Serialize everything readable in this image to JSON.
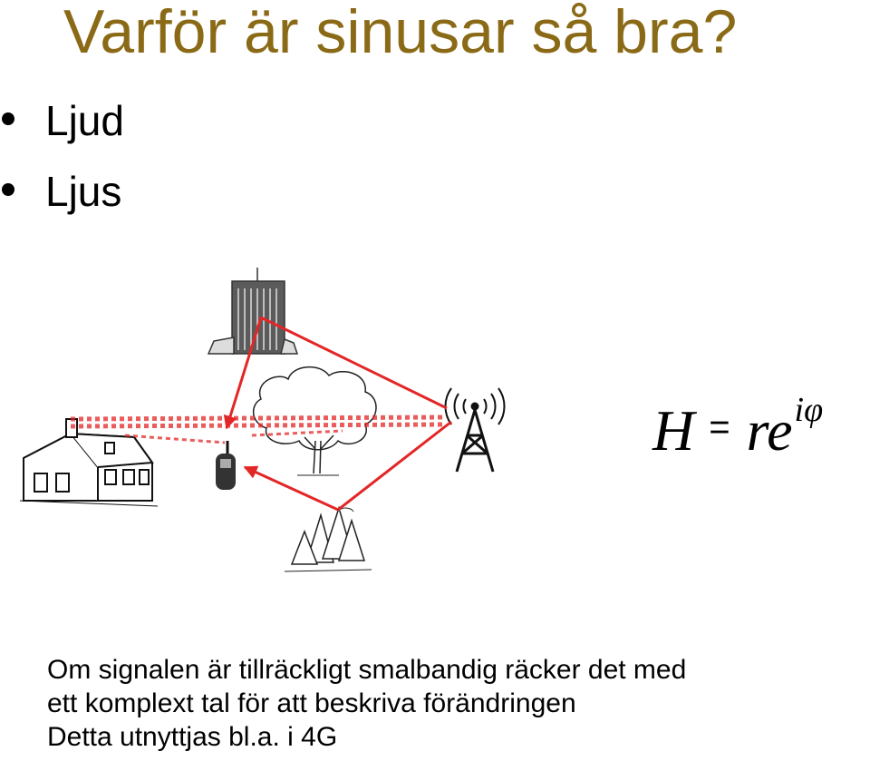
{
  "slide": {
    "title": "Varför är sinusar så bra?",
    "bullets": [
      {
        "label": "Ljud"
      },
      {
        "label": "Ljus"
      }
    ],
    "formula": {
      "lhs": "H",
      "equals": "=",
      "rhs": "re",
      "exponent": "iφ"
    },
    "caption": [
      "Om signalen är tillräckligt smalbandig räcker det med",
      "ett komplext tal för att beskriva förändringen",
      "Detta utnyttjas bl.a. i 4G"
    ]
  },
  "colors": {
    "title": "#8a6a16",
    "signal": "#e32626",
    "text": "#000000"
  }
}
